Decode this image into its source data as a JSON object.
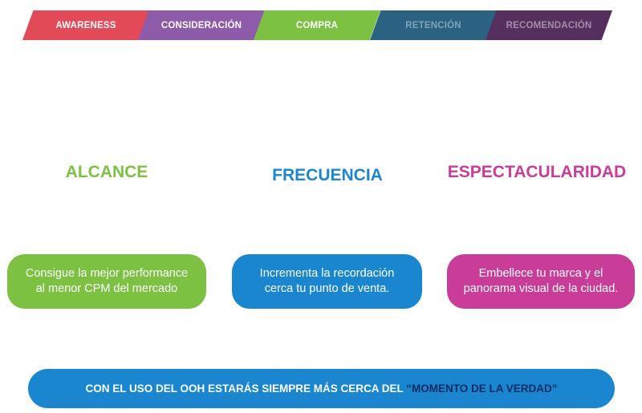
{
  "funnel": {
    "stages": [
      {
        "label": "AWARENESS",
        "color": "#e34a58"
      },
      {
        "label": "CONSIDERACIÓN",
        "color": "#8e5aaa"
      },
      {
        "label": "COMPRA",
        "color": "#7dc143"
      },
      {
        "label": "RETENCIÓN",
        "color": "#2b6282"
      },
      {
        "label": "RECOMENDACIÓN",
        "color": "#55305f"
      }
    ]
  },
  "pillars": [
    {
      "title": "ALCANCE",
      "color": "#7dc143",
      "description_lines": [
        "Consigue la mejor performance",
        "al menor CPM del mercado"
      ]
    },
    {
      "title": "FRECUENCIA",
      "color": "#1a86d0",
      "description_lines": [
        "Incrementa la recordación",
        "cerca tu punto de venta."
      ]
    },
    {
      "title": "ESPECTACULARIDAD",
      "color": "#c93c97",
      "description_lines": [
        "Embellece tu marca y el",
        "panorama visual de la ciudad."
      ]
    }
  ],
  "banner": {
    "text": "CON EL USO DEL OOH ESTARÁS SIEMPRE MÁS CERCA DEL ",
    "highlight": "“MOMENTO DE LA VERDAD”",
    "color": "#1a86d0",
    "highlight_color": "#0f2b62"
  }
}
